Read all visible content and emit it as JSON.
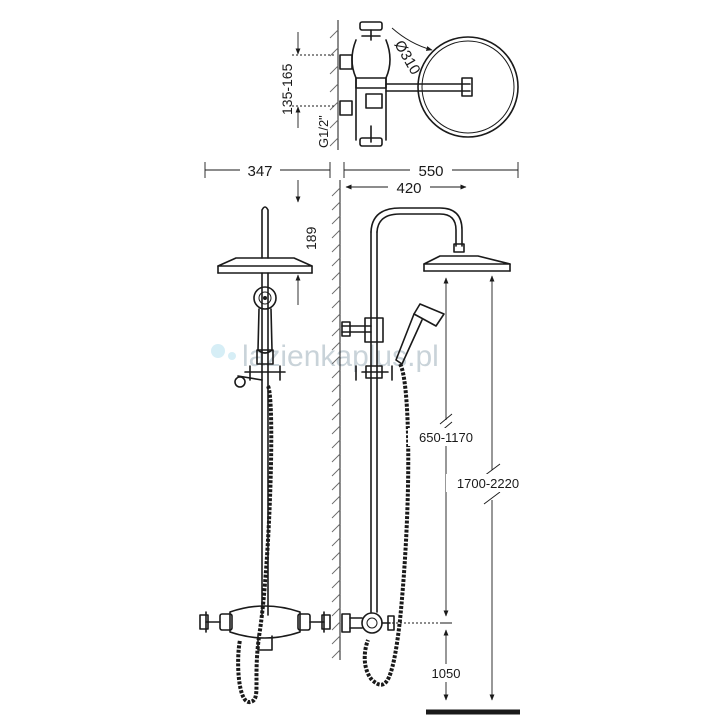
{
  "dimensions": {
    "diameter": "Ø310",
    "wall_spacing": "135-165",
    "thread": "G1/2\"",
    "side_depth": "347",
    "total_width": "550",
    "arm_reach": "420",
    "hand_shower_height": "189",
    "bar_adjust_range": "650-1170",
    "total_height_range": "1700-2220",
    "mixer_height": "1050"
  },
  "watermark": {
    "text": "lazienkaplus.pl",
    "color": "#c9d3d9"
  },
  "colors": {
    "line": "#1a1a1a",
    "wall_hatch": "#6a6a6a",
    "background": "#ffffff"
  }
}
